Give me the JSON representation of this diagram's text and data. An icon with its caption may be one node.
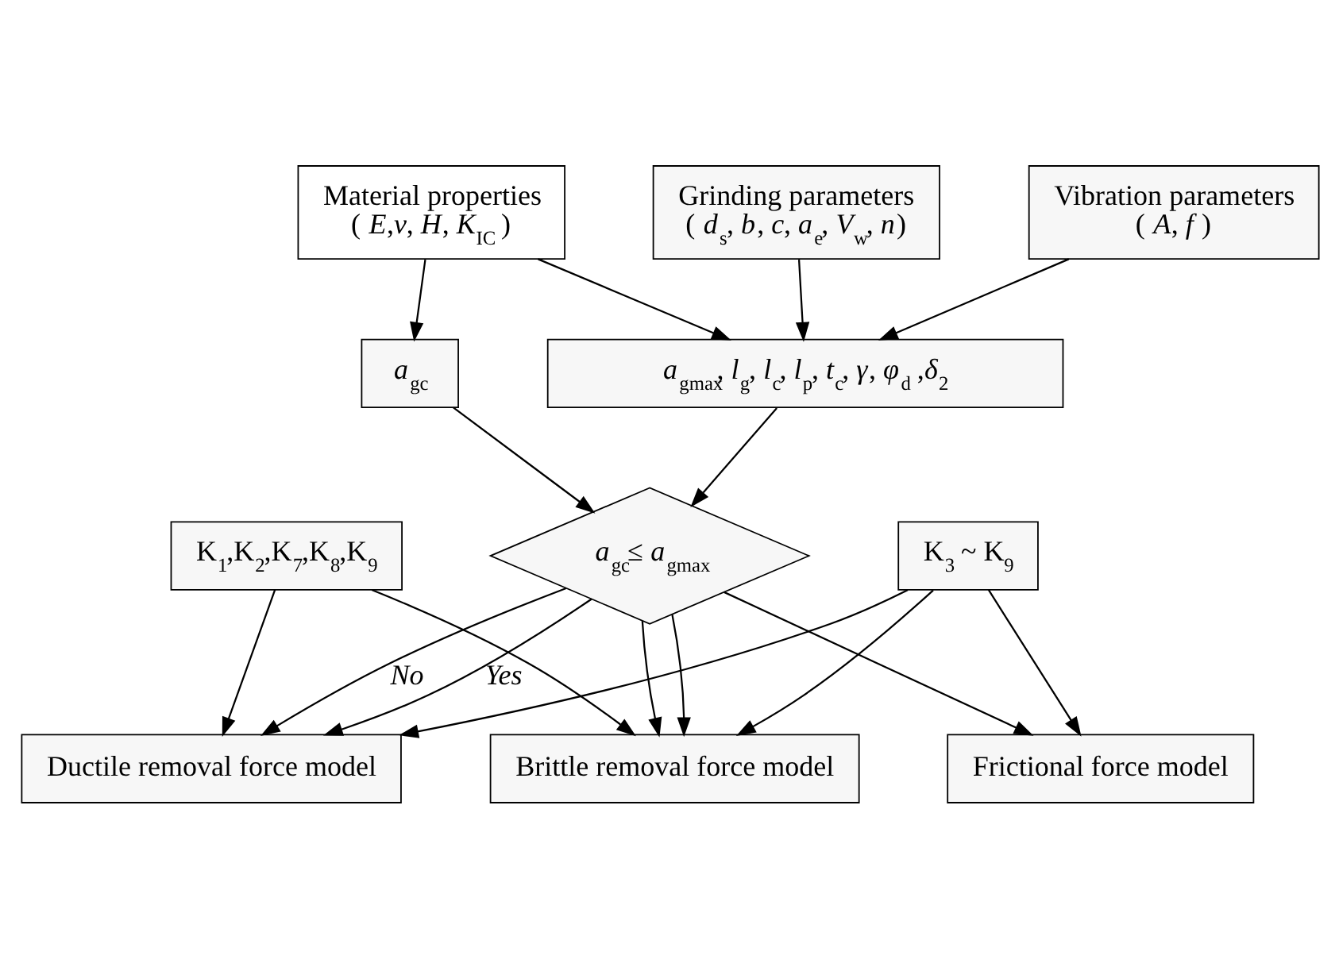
{
  "diagram": {
    "nodes": [
      {
        "text": [
          "Material properties",
          "( *E*,*v*, *H*, *K*$_{IC}$ )"
        ]
      },
      {
        "text": [
          "Grinding parameters",
          "( *d*$_{s}$, *b*, *c*, *a*$_{e}$, *V*$_{w}$, *n*)"
        ]
      },
      {
        "text": [
          "Vibration parameters",
          "( *A*, *f* )"
        ]
      },
      {
        "text": [
          "*a*$_{gc}$"
        ]
      },
      {
        "text": [
          "*a*$_{gmax}$, *l*$_{g}$, *l*$_{c}$, *l*$_{p}$, *t*$_{c}$, *γ*, *φ*$_{d}$ ,*δ*$_{2}$"
        ]
      },
      {
        "text": [
          "*a*$_{gc}$≤ *a*$_{gmax}$"
        ]
      },
      {
        "text": [
          "K$_{1}$,K$_{2}$,K$_{7}$,K$_{8}$,K$_{9}$"
        ]
      },
      {
        "text": [
          "K$_{3}$ ~ K$_{9}$"
        ]
      },
      {
        "text": [
          "Ductile removal force model"
        ]
      },
      {
        "text": [
          "Brittle removal force model"
        ]
      },
      {
        "text": [
          "Frictional force model"
        ]
      }
    ],
    "edges": [
      {
        "from": 0,
        "to": 3,
        "arrow": "to"
      },
      {
        "from": 0,
        "to": 4,
        "arrow": "to"
      },
      {
        "from": 1,
        "to": 4,
        "arrow": "to"
      },
      {
        "from": 2,
        "to": 4,
        "arrow": "to"
      },
      {
        "from": 3,
        "to": 5,
        "arrow": "to"
      },
      {
        "from": 4,
        "to": 5,
        "arrow": "to"
      },
      {
        "from": 5,
        "to": 8,
        "arrow": "to",
        "label": "No"
      },
      {
        "from": 5,
        "to": 9,
        "arrow": "to"
      },
      {
        "from": 6,
        "to": 8,
        "arrow": "to"
      },
      {
        "from": 6,
        "to": 9,
        "arrow": "to"
      },
      {
        "from": 5,
        "to": 8,
        "arrow": "to",
        "label": "Yes"
      },
      {
        "from": 5,
        "to": 9,
        "arrow": "to"
      },
      {
        "from": 5,
        "to": 10,
        "arrow": "to"
      },
      {
        "from": 7,
        "to": 8,
        "arrow": "to"
      },
      {
        "from": 7,
        "to": 9,
        "arrow": "to"
      },
      {
        "from": 7,
        "to": 10,
        "arrow": "to"
      }
    ]
  }
}
